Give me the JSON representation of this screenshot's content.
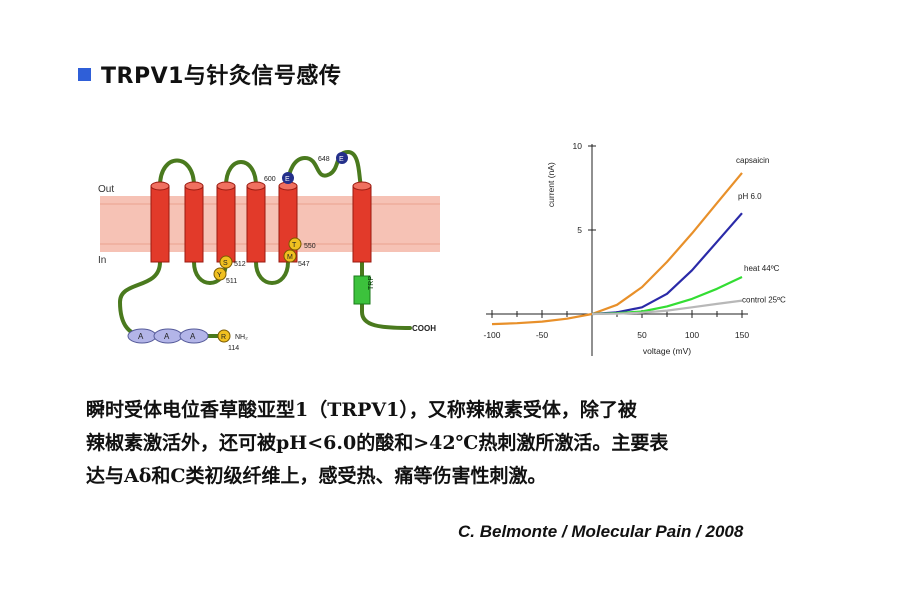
{
  "slide": {
    "title": "TRPV1与针灸信号感传",
    "body_lines": [
      "瞬时受体电位香草酸亚型1（TRPV1），又称辣椒素受体，除了被",
      "辣椒素激活外，还可被pH<6.0的酸和>42℃热刺激所激活。主要表",
      "达与Aδ和C类初级纤维上，感受热、痛等伤害性刺激。"
    ],
    "citation": "C. Belmonte / Molecular Pain / 2008"
  },
  "diagram": {
    "out_label": "Out",
    "in_label": "In",
    "trp_label": "TRP",
    "cooh_label": "COOH",
    "nh2_label": "NH₂",
    "ankyrin_label": "A",
    "residues": [
      {
        "letter": "E",
        "number": "600"
      },
      {
        "letter": "E",
        "number": "648"
      },
      {
        "letter": "S",
        "number": "512"
      },
      {
        "letter": "Y",
        "number": "511"
      },
      {
        "letter": "T",
        "number": "550"
      },
      {
        "letter": "M",
        "number": "547"
      },
      {
        "letter": "R",
        "number": "114"
      }
    ],
    "colors": {
      "membrane": "#f4b7a8",
      "helix": "#e23a2a",
      "loop": "#4a7a1e",
      "trp_box": "#3cc23c",
      "ankyrin": "#b3b5e8",
      "residue_blue": "#24308a",
      "residue_yellow": "#f0c020"
    }
  },
  "chart_data": {
    "type": "line",
    "xlabel": "voltage (mV)",
    "ylabel": "current (nA)",
    "xlim": [
      -100,
      150
    ],
    "ylim": [
      -1,
      10
    ],
    "x_ticks": [
      "-100",
      "-50",
      "50",
      "100",
      "150"
    ],
    "y_ticks": [
      "5",
      "10"
    ],
    "series": [
      {
        "name": "capsaicin",
        "color": "#e8902a",
        "x": [
          -100,
          -75,
          -50,
          -25,
          0,
          25,
          50,
          75,
          100,
          125,
          150
        ],
        "y": [
          -0.6,
          -0.55,
          -0.45,
          -0.28,
          0,
          0.55,
          1.6,
          3.1,
          4.8,
          6.6,
          8.4
        ]
      },
      {
        "name": "pH 6.0",
        "color": "#2a2aa8",
        "x": [
          0,
          25,
          50,
          75,
          100,
          125,
          150
        ],
        "y": [
          0,
          0.1,
          0.4,
          1.2,
          2.6,
          4.3,
          6.0
        ]
      },
      {
        "name": "heat 44ºC",
        "color": "#33dd33",
        "x": [
          0,
          25,
          50,
          75,
          100,
          125,
          150
        ],
        "y": [
          0,
          0.05,
          0.15,
          0.45,
          0.9,
          1.5,
          2.2
        ]
      },
      {
        "name": "control 25ºC",
        "color": "#b8b8b8",
        "x": [
          0,
          25,
          50,
          75,
          100,
          125,
          150
        ],
        "y": [
          0,
          0.02,
          0.08,
          0.2,
          0.4,
          0.6,
          0.8
        ]
      }
    ]
  }
}
